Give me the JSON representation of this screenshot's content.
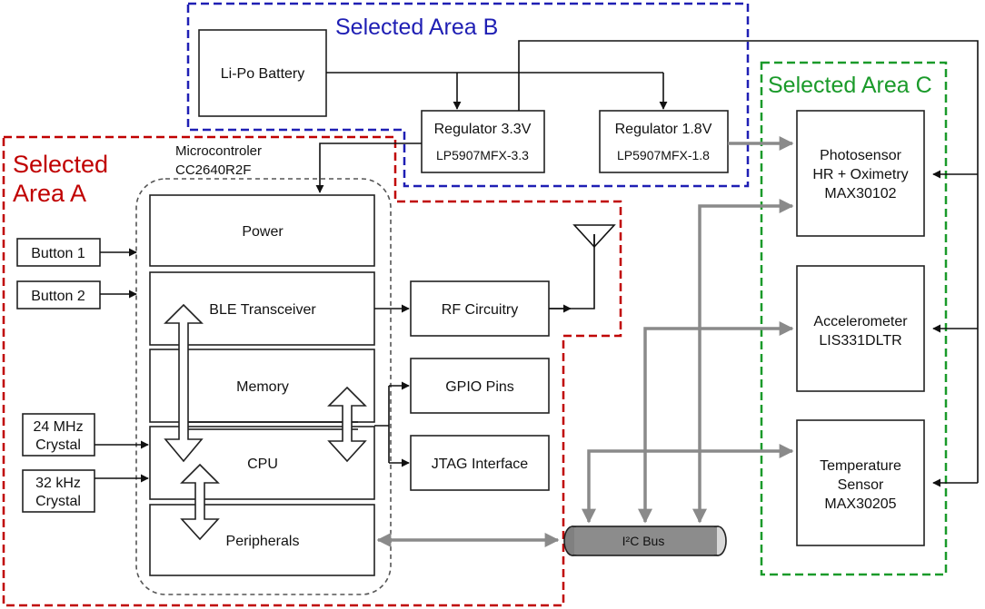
{
  "colors": {
    "area_a": "#c00000",
    "area_b": "#1f1fb4",
    "area_c": "#1a9a2a",
    "bus_gray": "#8a8a8a"
  },
  "areas": {
    "a": [
      "Selected",
      "Area A"
    ],
    "b": "Selected Area B",
    "c": "Selected Area C"
  },
  "mcu": {
    "label": "Microcontroler",
    "part": "CC2640R2F",
    "blocks": {
      "power": "Power",
      "ble": "BLE Transceiver",
      "memory": "Memory",
      "cpu": "CPU",
      "peripherals": "Peripherals"
    }
  },
  "buttons": {
    "b1": "Button 1",
    "b2": "Button 2"
  },
  "crystals": {
    "c24": [
      "24 MHz",
      "Crystal"
    ],
    "c32": [
      "32 kHz",
      "Crystal"
    ]
  },
  "power_tree": {
    "battery": "Li-Po Battery",
    "reg33": {
      "title": "Regulator 3.3V",
      "part": "LP5907MFX-3.3"
    },
    "reg18": {
      "title": "Regulator 1.8V",
      "part": "LP5907MFX-1.8"
    }
  },
  "io": {
    "rf": "RF Circuitry",
    "gpio": "GPIO Pins",
    "jtag": "JTAG Interface"
  },
  "bus": "I²C Bus",
  "sensors": {
    "photo": [
      "Photosensor",
      "HR + Oximetry",
      "MAX30102"
    ],
    "accel": [
      "Accelerometer",
      "LIS331DLTR"
    ],
    "temp": [
      "Temperature",
      "Sensor",
      "MAX30205"
    ]
  }
}
